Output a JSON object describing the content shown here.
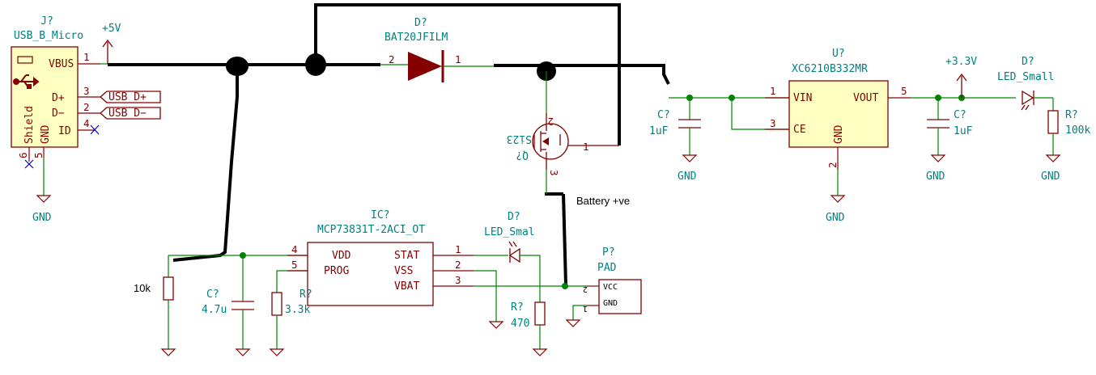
{
  "connector": {
    "ref": "J?",
    "value": "USB_B_Micro",
    "pins": [
      "VBUS",
      "D+",
      "D−",
      "ID",
      "GND",
      "Shield"
    ],
    "pin_numbers": [
      "1",
      "3",
      "2",
      "4",
      "5",
      "6"
    ]
  },
  "power": {
    "vbus": "+5V",
    "v33": "+3.3V",
    "gnd": "GND"
  },
  "labels": {
    "dplus": "USB_D+",
    "dminus": "USB_D−"
  },
  "diode": {
    "ref": "D?",
    "value": "BAT20JFILM",
    "pin_a": "2",
    "pin_k": "1"
  },
  "mosfet": {
    "ref": "Q?",
    "value": "Si23",
    "pin_d": "2",
    "pin_g": "1",
    "pin_s": "3"
  },
  "regulator": {
    "ref": "U?",
    "value": "XC6210B332MR",
    "pins": {
      "vin": "VIN",
      "ce": "CE",
      "vout": "VOUT",
      "gnd": "GND"
    },
    "pin_numbers": {
      "vin": "1",
      "ce": "3",
      "vout": "5",
      "gnd": "2"
    }
  },
  "caps": {
    "c_in": {
      "ref": "C?",
      "value": "1uF"
    },
    "c_out": {
      "ref": "C?",
      "value": "1uF"
    },
    "c_chg": {
      "ref": "C?",
      "value": "4.7u"
    }
  },
  "leds": {
    "led_pwr": {
      "ref": "D?",
      "value": "LED_Small"
    },
    "led_stat": {
      "ref": "D?",
      "value": "LED_Smal"
    }
  },
  "resistors": {
    "r_led": {
      "ref": "R?",
      "value": "100k"
    },
    "r_prog": {
      "ref": "R?",
      "value": "3.3k"
    },
    "r_stat": {
      "ref": "R?",
      "value": "470"
    },
    "r_10k": {
      "value": "10k"
    }
  },
  "charger": {
    "ref": "IC?",
    "value": "MCP73831T-2ACI_OT",
    "pins": {
      "vdd": "VDD",
      "prog": "PROG",
      "stat": "STAT",
      "vss": "VSS",
      "vbat": "VBAT"
    },
    "pin_numbers": {
      "vdd": "4",
      "prog": "5",
      "stat": "1",
      "vss": "2",
      "vbat": "3"
    }
  },
  "pad": {
    "ref": "P?",
    "value": "PAD",
    "pins": [
      "VCC",
      "GND"
    ],
    "pin_numbers": [
      "2",
      "1"
    ]
  },
  "notes": {
    "battery": "Battery +ve"
  }
}
